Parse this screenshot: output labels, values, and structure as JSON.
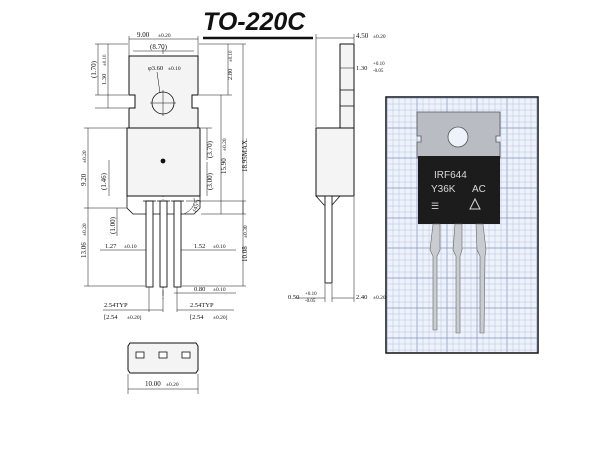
{
  "title": "TO-220C",
  "front_view": {
    "dims": {
      "width_top": "9.00",
      "width_top_tol": "±0.20",
      "inner_width": "(8.70)",
      "hole_dia": "φ3.60",
      "hole_tol": "±0.10",
      "tab_top": "(1.70)",
      "notch": "1.30",
      "notch_tol": "±0.10",
      "hole_offset": "2.80",
      "hole_offset_tol": "±0.10",
      "body_h": "9.20",
      "body_h_tol": "±0.20",
      "step_146": "(1.46)",
      "dim_370": "(3.70)",
      "dim_300": "(3.00)",
      "height_1590": "15.90",
      "height_1590_tol": "±0.20",
      "max_height": "18.95MAX.",
      "dim_100": "(1.00)",
      "angle": "(45°)",
      "lead_len_1306": "13.06",
      "lead_len_1306_tol": "±0.20",
      "lead_len_1008": "10.08",
      "lead_len_1008_tol": "±0.30",
      "lead_w_127": "1.27",
      "lead_w_127_tol": "±0.10",
      "lead_w_152": "1.52",
      "lead_w_152_tol": "±0.10",
      "lead_thk": "0.80",
      "lead_thk_tol": "±0.10",
      "pitch_typ": "2.54TYP",
      "pitch": "[2.54",
      "pitch_tol": "±0.20]"
    }
  },
  "side_view": {
    "dims": {
      "thickness": "4.50",
      "thickness_tol": "±0.20",
      "tab_thk": "1.30",
      "tab_tol_plus": "+0.10",
      "tab_tol_minus": "-0.05",
      "lead_thk": "0.50",
      "lead_tol_plus": "+0.10",
      "lead_tol_minus": "-0.05",
      "offset": "2.40",
      "offset_tol": "±0.20"
    }
  },
  "bottom_view": {
    "dims": {
      "width": "10.00",
      "width_tol": "±0.20"
    }
  },
  "photo": {
    "markings": [
      "IRF644",
      "Y36K",
      "AC"
    ]
  },
  "colors": {
    "ink": "#111111",
    "photo_bg": "#eef2fb",
    "photo_frame": "#111111",
    "chip_body": "#1c1c1c",
    "chip_tab": "#b9bcc2",
    "leads": "#c9ccd1"
  }
}
